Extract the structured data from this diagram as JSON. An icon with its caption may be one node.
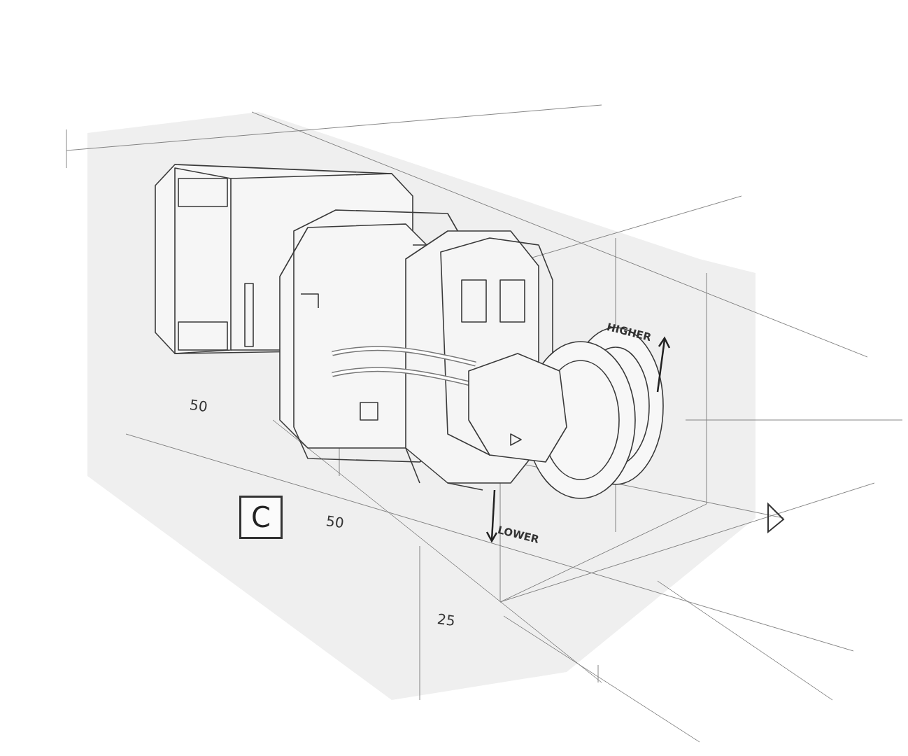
{
  "diagram": {
    "nodes": [
      {
        "text": [
          "C"
        ]
      }
    ],
    "labels": [
      "HIGHER",
      "50",
      "50",
      "LOWER",
      "25"
    ]
  }
}
